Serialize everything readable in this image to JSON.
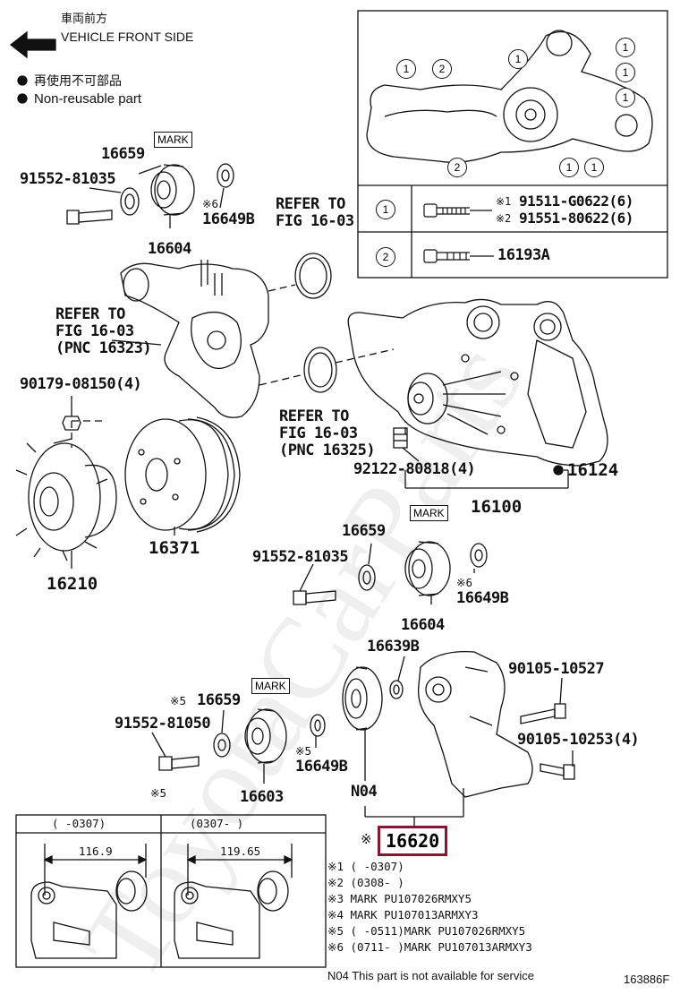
{
  "header": {
    "direction_jp": "車両前方",
    "direction_en": "VEHICLE FRONT SIDE",
    "legend_jp": "再使用不可部品",
    "legend_en": "Non-reusable part"
  },
  "watermark": "ToyotaCarParts",
  "inset": {
    "rows": [
      {
        "circle": "1",
        "note1": "※1",
        "part1": "91511-G0622(6)",
        "note2": "※2",
        "part2": "91551-80622(6)"
      },
      {
        "circle": "2",
        "part": "16193A"
      }
    ],
    "circle_labels": [
      "1",
      "1",
      "1",
      "1",
      "1",
      "1",
      "2",
      "2",
      "1",
      "1"
    ]
  },
  "labels": {
    "p16659_a": "16659",
    "mark_a": "MARK",
    "p91552_81035_a": "91552-81035",
    "note6_a": "※6",
    "p16649B_a": "16649B",
    "p16604_a": "16604",
    "refer1_l1": "REFER TO",
    "refer1_l2": "FIG 16-03",
    "refer2_l1": "REFER TO",
    "refer2_l2": "FIG 16-03",
    "refer2_l3": "(PNC 16323)",
    "refer3_l1": "REFER TO",
    "refer3_l2": "FIG 16-03",
    "refer3_l3": "(PNC 16325)",
    "p90179": "90179-08150(4)",
    "p92122": "92122-80818(4)",
    "p16124": "16124",
    "p16100": "16100",
    "p16210": "16210",
    "p16371": "16371",
    "p16659_b": "16659",
    "mark_b": "MARK",
    "p91552_81035_b": "91552-81035",
    "note6_b": "※6",
    "p16649B_b": "16649B",
    "p16604_b": "16604",
    "p16639B": "16639B",
    "p90105_10527": "90105-10527",
    "p90105_10253": "90105-10253(4)",
    "note5_a": "※5",
    "p16659_c": "16659",
    "mark_c": "MARK",
    "p91552_81050": "91552-81050",
    "note5_b": "※5",
    "p16649B_c": "16649B",
    "p16603": "16603",
    "pN04": "N04",
    "note_main": "※",
    "p16620": "16620",
    "note5_c": "※5"
  },
  "variants": [
    {
      "period": "(      -0307)",
      "dimension": "116.9"
    },
    {
      "period": "(0307-      )",
      "dimension": "119.65"
    }
  ],
  "notes": [
    "※1 (      -0307)",
    "※2 (0308-      )",
    "※3 MARK PU107026RMXY5",
    "※4 MARK PU107013ARMXY3",
    "※5 (      -0511)MARK PU107026RMXY5",
    "※6 (0711-      )MARK PU107013ARMXY3"
  ],
  "footer": {
    "n04_note": "N04 This part is not available for service",
    "fig_code": "163886F"
  }
}
